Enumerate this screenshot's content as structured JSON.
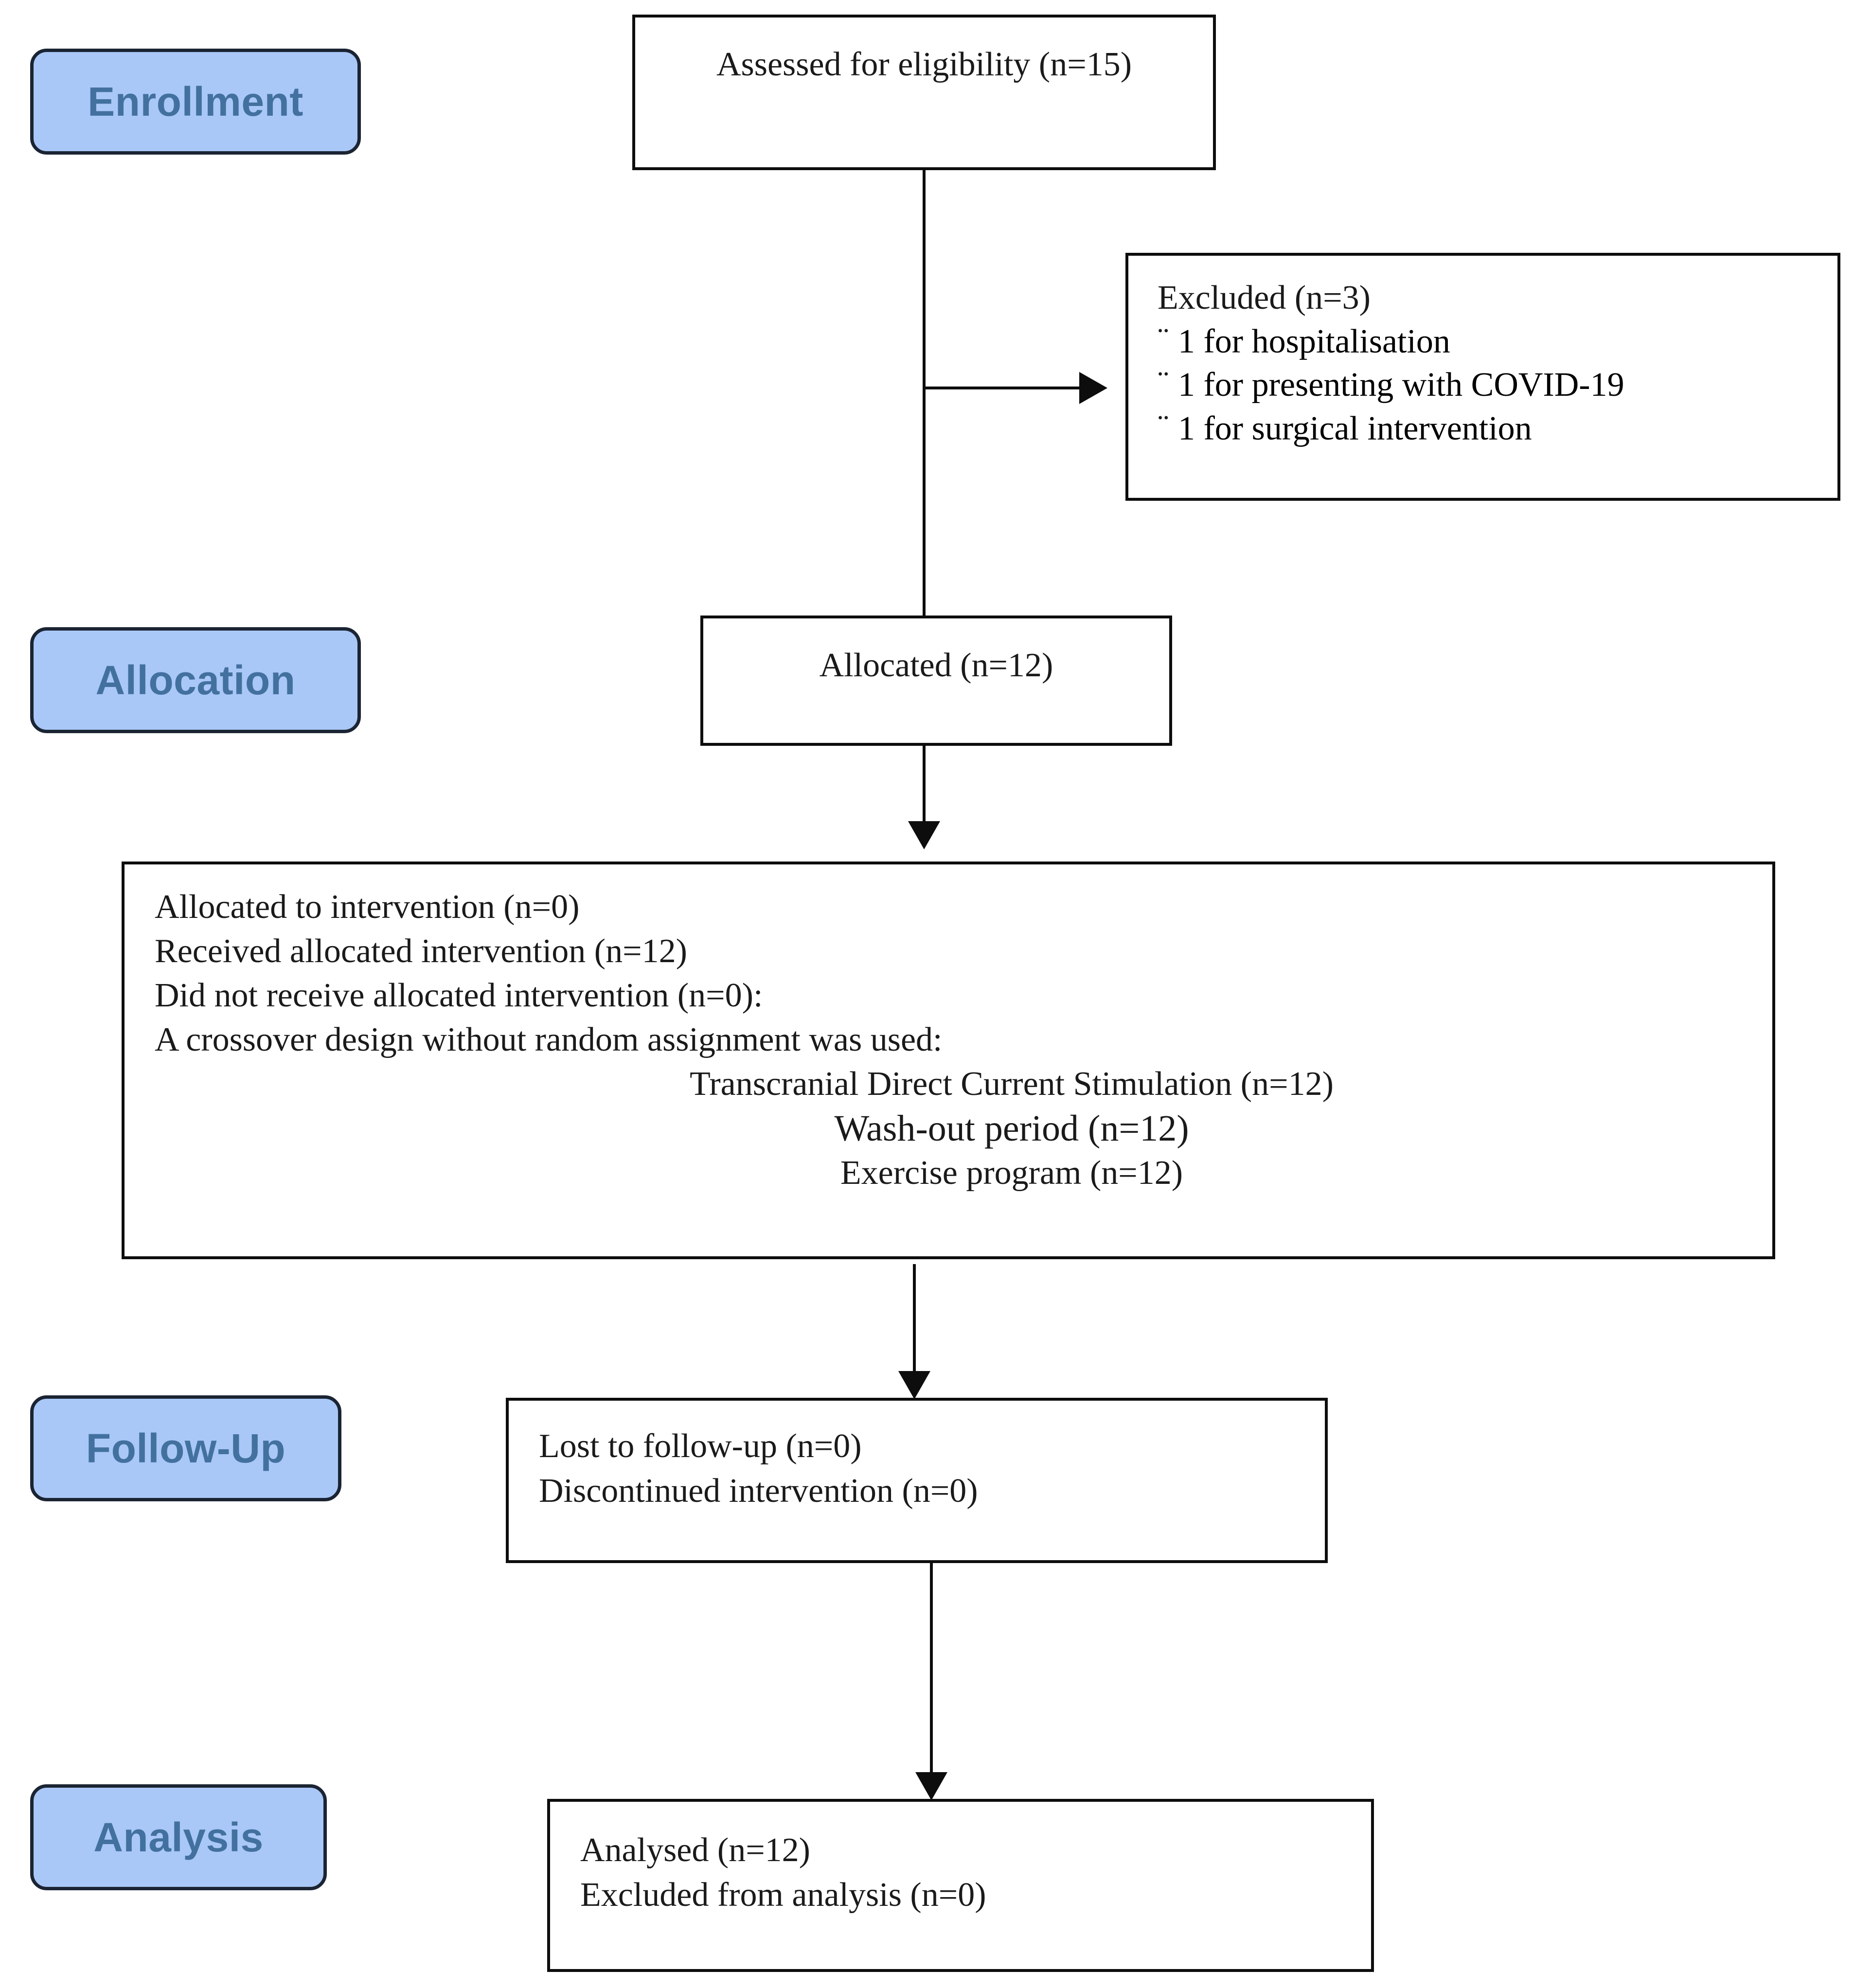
{
  "diagram": {
    "type": "consort-flow-diagram",
    "accent_blue_fill": "#a9c8f7",
    "accent_blue_text": "#43719f",
    "line_color": "#0d0d0d"
  },
  "stages": {
    "enrollment": {
      "label": "Enrollment"
    },
    "allocation": {
      "label": "Allocation"
    },
    "followup": {
      "label": "Follow-Up"
    },
    "analysis": {
      "label": "Analysis"
    }
  },
  "nodes": {
    "assessed": {
      "text": "Assessed for eligibility (n=15)"
    },
    "excluded": {
      "heading": "Excluded (n=3)",
      "bullet_glyph": "¨",
      "reasons": [
        "1 for hospitalisation",
        "1 for presenting with COVID-19",
        "1 for surgical intervention"
      ]
    },
    "allocated": {
      "text": "Allocated (n=12)"
    },
    "intervention": {
      "lines": [
        "Allocated to intervention (n=0)",
        "Received allocated intervention (n=12)",
        "Did not receive allocated intervention (n=0):",
        "A crossover design without random assignment was used:"
      ],
      "phases": [
        "Transcranial Direct Current Stimulation (n=12)",
        "Wash-out period (n=12)",
        "Exercise program (n=12)"
      ]
    },
    "followup_box": {
      "lines": [
        "Lost to follow-up (n=0)",
        "Discontinued intervention (n=0)"
      ]
    },
    "analysis_box": {
      "lines": [
        "Analysed (n=12)",
        "Excluded from analysis (n=0)"
      ]
    }
  }
}
